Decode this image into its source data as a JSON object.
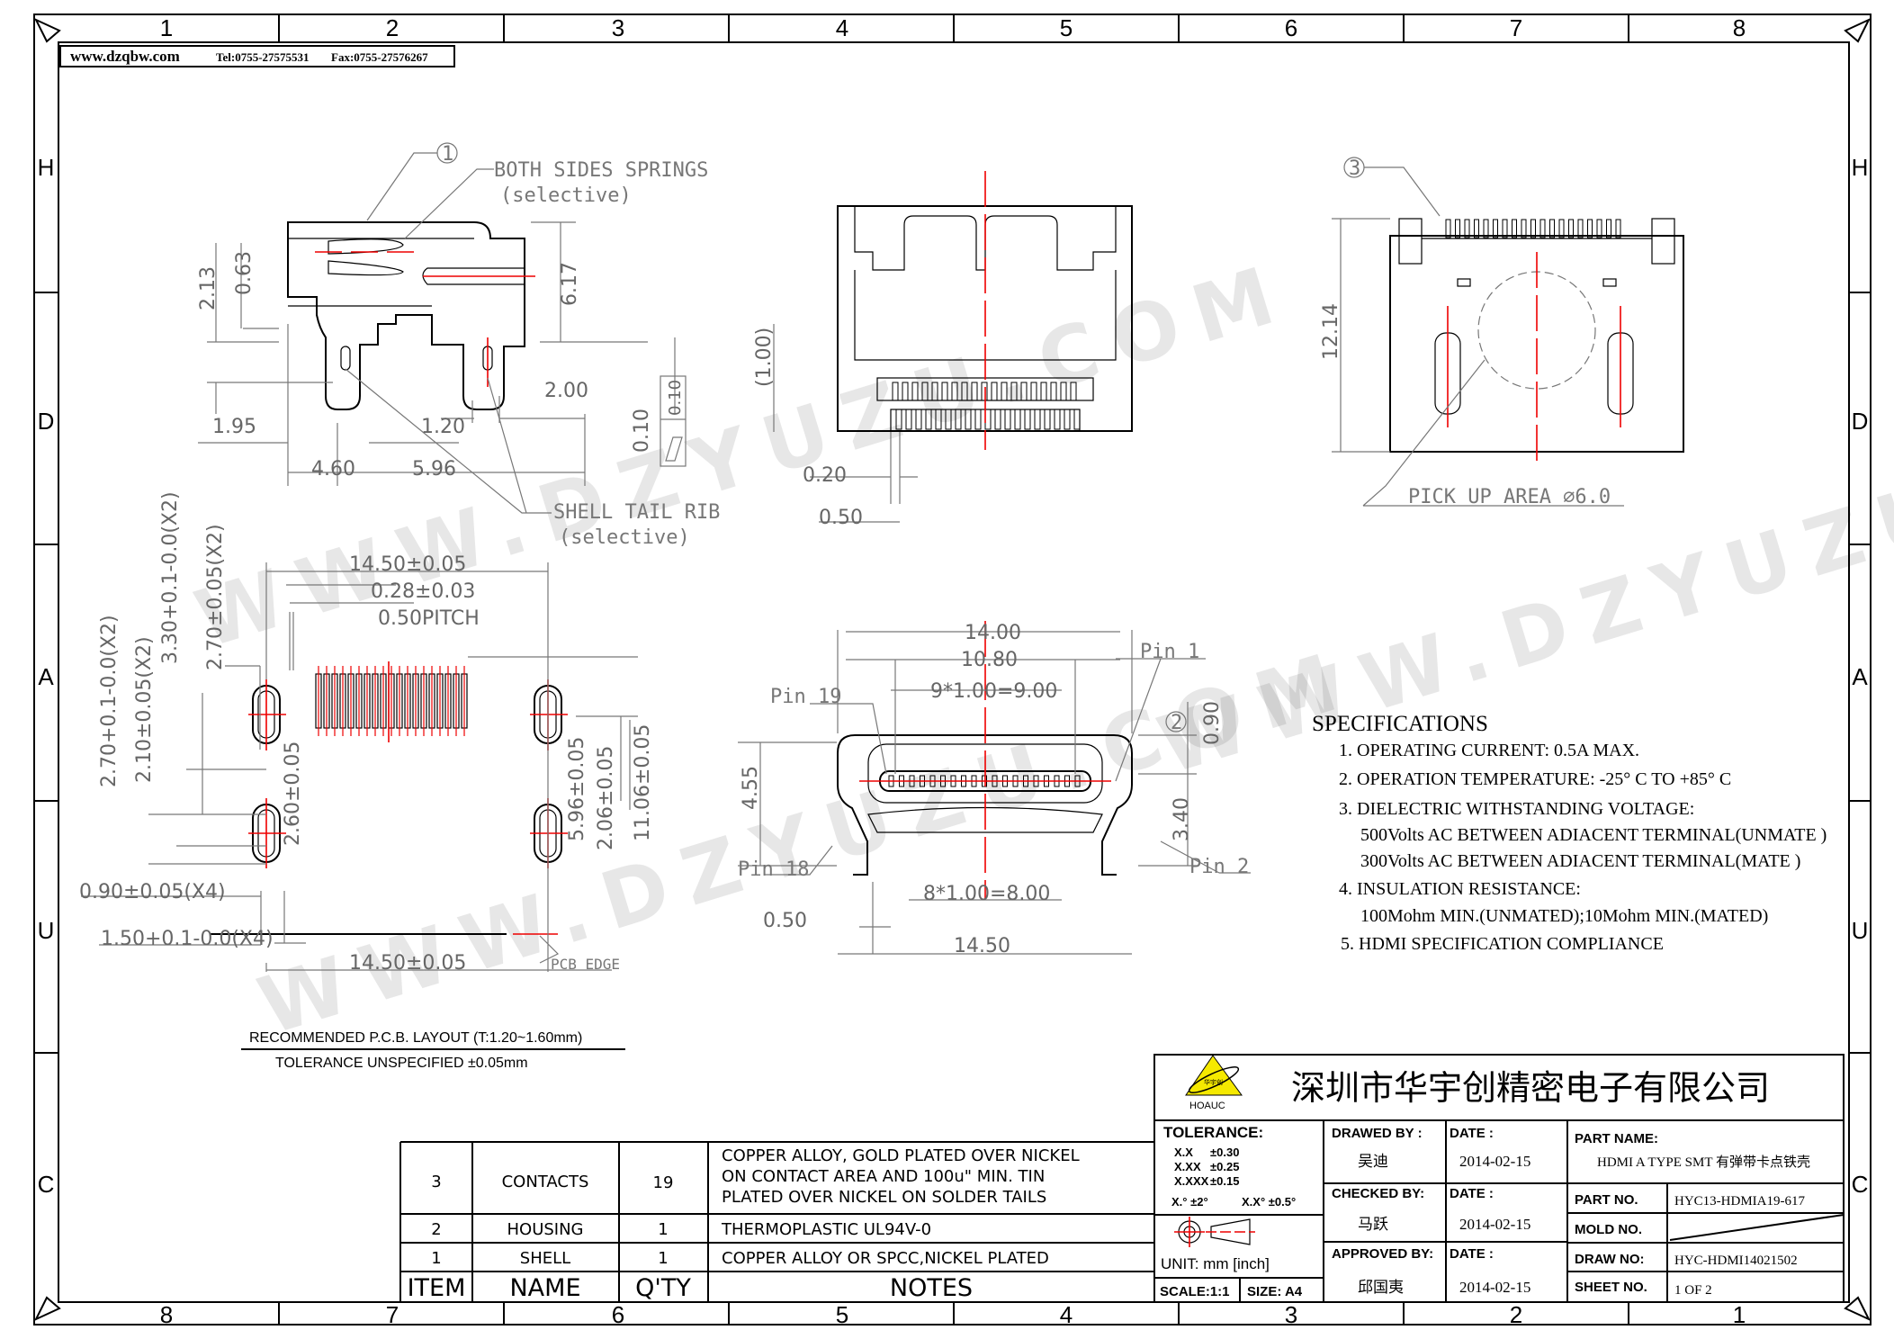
{
  "header": {
    "website": "www.dzqbw.com",
    "tel": "Tel:0755-27575531",
    "fax": "Fax:0755-27576267"
  },
  "grid": {
    "columns_top": [
      "1",
      "2",
      "3",
      "4",
      "5",
      "6",
      "7",
      "8"
    ],
    "columns_bottom": [
      "8",
      "7",
      "6",
      "5",
      "4",
      "3",
      "2",
      "1"
    ],
    "rows": [
      "H",
      "D",
      "A",
      "U",
      "C"
    ]
  },
  "watermark": "WWW.DZYUZU.COM",
  "side_view": {
    "callout": "1",
    "springs_label": "BOTH SIDES SPRINGS",
    "springs_sub": "(selective)",
    "rib_label": "SHELL TAIL RIB",
    "rib_sub": "(selective)",
    "dims": {
      "d213": "2.13",
      "d063": "0.63",
      "d617": "6.17",
      "d200": "2.00",
      "d195": "1.95",
      "d120": "1.20",
      "d460": "4.60",
      "d596": "5.96",
      "d010": "0.10",
      "flat": "0.10"
    }
  },
  "front_view": {
    "dims": {
      "d100": "(1.00)",
      "d020": "0.20",
      "d050": "0.50"
    }
  },
  "top_view": {
    "callout": "3",
    "d1214": "12.14",
    "pickup": "PICK UP AREA ⌀6.0"
  },
  "pcb_layout": {
    "dims": {
      "w_top": "14.50±0.05",
      "pad_w": "0.28±0.03",
      "pitch": "0.50PITCH",
      "v330": "3.30+0.1-0.0(X2)",
      "v270a": "2.70±0.05(X2)",
      "v270b": "2.70+0.1-0.0(X2)",
      "v210": "2.10±0.05(X2)",
      "v260": "2.60±0.05",
      "v596": "5.96±0.05",
      "v206": "2.06±0.05",
      "v1106": "11.06±0.05",
      "h090": "0.90±0.05(X4)",
      "h150": "1.50+0.1-0.0(X4)",
      "w_bot": "14.50±0.05",
      "edge": "PCB EDGE"
    },
    "pin_count": 19,
    "note1": "RECOMMENDED   P.C.B.  LAYOUT  (T:1.20~1.60mm)",
    "note2": "TOLERANCE  UNSPECIFIED  ±0.05mm"
  },
  "bottom_view": {
    "callout": "2",
    "dims": {
      "d1400": "14.00",
      "d1080": "10.80",
      "d900": "9*1.00=9.00",
      "d090": "0.90",
      "d455": "4.55",
      "d340": "3.40",
      "d800": "8*1.00=8.00",
      "d050": "0.50",
      "d1450": "14.50"
    },
    "pins": {
      "p1": "Pin  1",
      "p19": "Pin  19",
      "p18": "Pin  18",
      "p2": "Pin  2"
    }
  },
  "specifications": {
    "title": "SPECIFICATIONS",
    "lines": [
      "1. OPERATING CURRENT: 0.5A MAX.",
      "2. OPERATION TEMPERATURE: -25° C TO +85° C",
      "3. DIELECTRIC WITHSTANDING VOLTAGE:",
      "500Volts AC BETWEEN ADIACENT TERMINAL(UNMATE )",
      "300Volts AC BETWEEN ADIACENT TERMINAL(MATE )",
      "4. INSULATION RESISTANCE:",
      "100Mohm MIN.(UNMATED);10Mohm MIN.(MATED)",
      "5. HDMI SPECIFICATION COMPLIANCE"
    ]
  },
  "bom": {
    "headers": [
      "ITEM",
      "NAME",
      "Q'TY",
      "NOTES"
    ],
    "rows": [
      {
        "item": "3",
        "name": "CONTACTS",
        "qty": "19",
        "notes": [
          "COPPER ALLOY, GOLD PLATED OVER NICKEL",
          "ON CONTACT AREA AND 100u\" MIN. TIN",
          "PLATED OVER NICKEL ON SOLDER TAILS"
        ]
      },
      {
        "item": "2",
        "name": "HOUSING",
        "qty": "1",
        "notes": [
          "THERMOPLASTIC UL94V-0"
        ]
      },
      {
        "item": "1",
        "name": "SHELL",
        "qty": "1",
        "notes": [
          "COPPER ALLOY OR SPCC,NICKEL PLATED"
        ]
      }
    ]
  },
  "title_block": {
    "company": "深圳市华宇创精密电子有限公司",
    "logo_text": "HOAUC",
    "logo_cn": "华宇创",
    "tolerance_label": "TOLERANCE:",
    "tolerances": [
      [
        "X.X",
        "±0.30"
      ],
      [
        "X.XX",
        "±0.25"
      ],
      [
        "X.XXX",
        "±0.15"
      ]
    ],
    "angle_tol": [
      "X.° ±2°",
      "X.X° ±0.5°"
    ],
    "unit": "UNIT:  mm  [inch]",
    "scale": "SCALE:1:1",
    "size": "SIZE:  A4",
    "drawed_by_label": "DRAWED  BY :",
    "drawed_by": "吴迪",
    "checked_by_label": "CHECKED  BY:",
    "checked_by": "马跃",
    "approved_by_label": "APPROVED  BY:",
    "approved_by": "邱国夷",
    "date_label": "DATE  :",
    "dates": [
      "2014-02-15",
      "2014-02-15",
      "2014-02-15"
    ],
    "part_name_label": "PART  NAME:",
    "part_name": "HDMI  A  TYPE  SMT  有弹带卡点铁壳",
    "part_no_label": "PART  NO.",
    "part_no": "HYC13-HDMIA19-617",
    "mold_no_label": "MOLD  NO.",
    "draw_no_label": "DRAW  NO:",
    "draw_no": "HYC-HDMI14021502",
    "sheet_no_label": "SHEET  NO.",
    "sheet_no": "1  OF  2"
  }
}
